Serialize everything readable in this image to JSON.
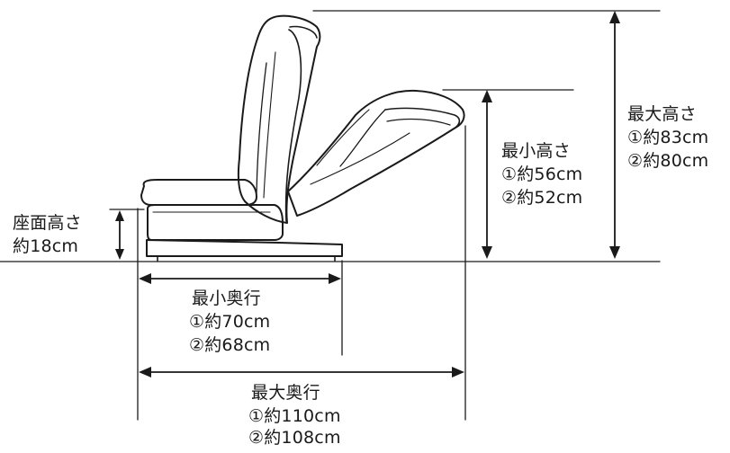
{
  "seat_height": {
    "title": "座面高さ",
    "value": "約18cm"
  },
  "min_height": {
    "title": "最小高さ",
    "value_1": "①約56cm",
    "value_2": "②約52cm"
  },
  "max_height": {
    "title": "最大高さ",
    "value_1": "①約83cm",
    "value_2": "②約80cm"
  },
  "min_depth": {
    "title": "最小奥行",
    "value_1": "①約70cm",
    "value_2": "②約68cm"
  },
  "max_depth": {
    "title": "最大奥行",
    "value_1": "①約110cm",
    "value_2": "②約108cm"
  }
}
